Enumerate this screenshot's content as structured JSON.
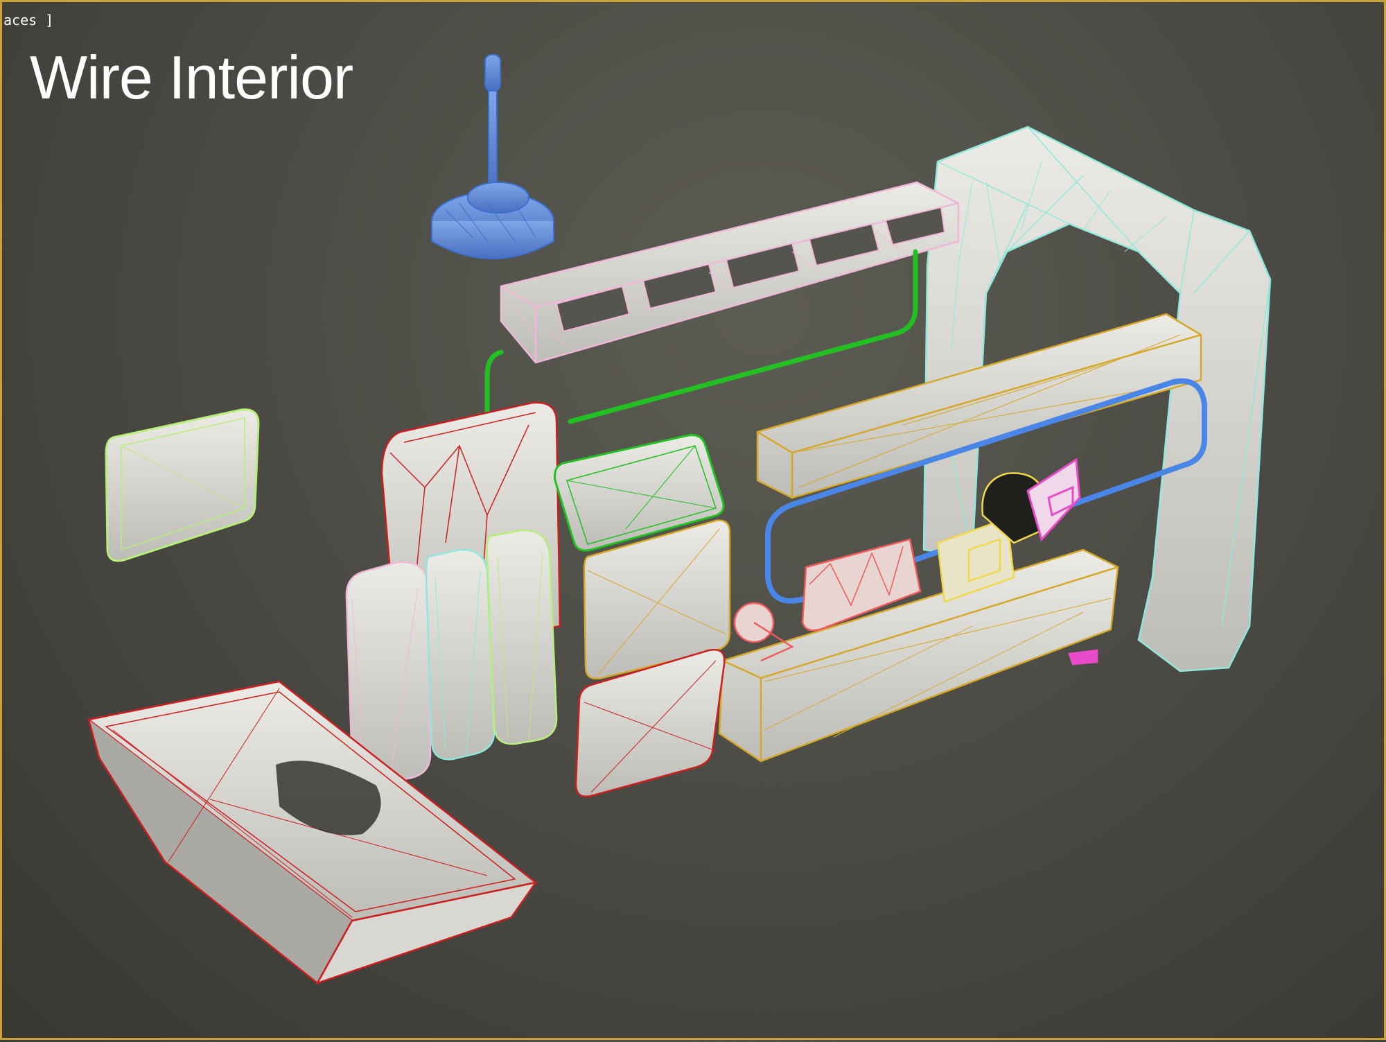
{
  "viewport": {
    "label": "aces ]",
    "title": "Wire Interior",
    "border_color": "#c9a23a"
  },
  "scene": {
    "shading": "edged faces",
    "objects": [
      {
        "id": "seat-base",
        "wire_color": "#cc1f1f"
      },
      {
        "id": "seat-back",
        "wire_color": "#cc1f1f"
      },
      {
        "id": "small-mirror-panel",
        "wire_color": "#b8ee7a"
      },
      {
        "id": "gear-stick",
        "wire_color": "#4a86e8"
      },
      {
        "id": "vent-panel",
        "wire_color": "#f0b8d8"
      },
      {
        "id": "green-pipe",
        "wire_color": "#22c022"
      },
      {
        "id": "door-arch",
        "wire_color": "#8fe8dc"
      },
      {
        "id": "dash-beam",
        "wire_color": "#d6a82a"
      },
      {
        "id": "blue-loop-handle",
        "wire_color": "#4a86e8"
      },
      {
        "id": "lower-console",
        "wire_color": "#d6a82a"
      },
      {
        "id": "cushions",
        "wire_colors": [
          "#f0b8d8",
          "#8fe8dc",
          "#b8ee7a"
        ]
      },
      {
        "id": "tablet",
        "wire_color": "#22c022"
      },
      {
        "id": "red-steering-part",
        "wire_color": "#ef5a5a"
      },
      {
        "id": "yellow-controls",
        "wire_color": "#f0d84a"
      },
      {
        "id": "magenta-part",
        "wire_color": "#e84ac8"
      }
    ]
  }
}
